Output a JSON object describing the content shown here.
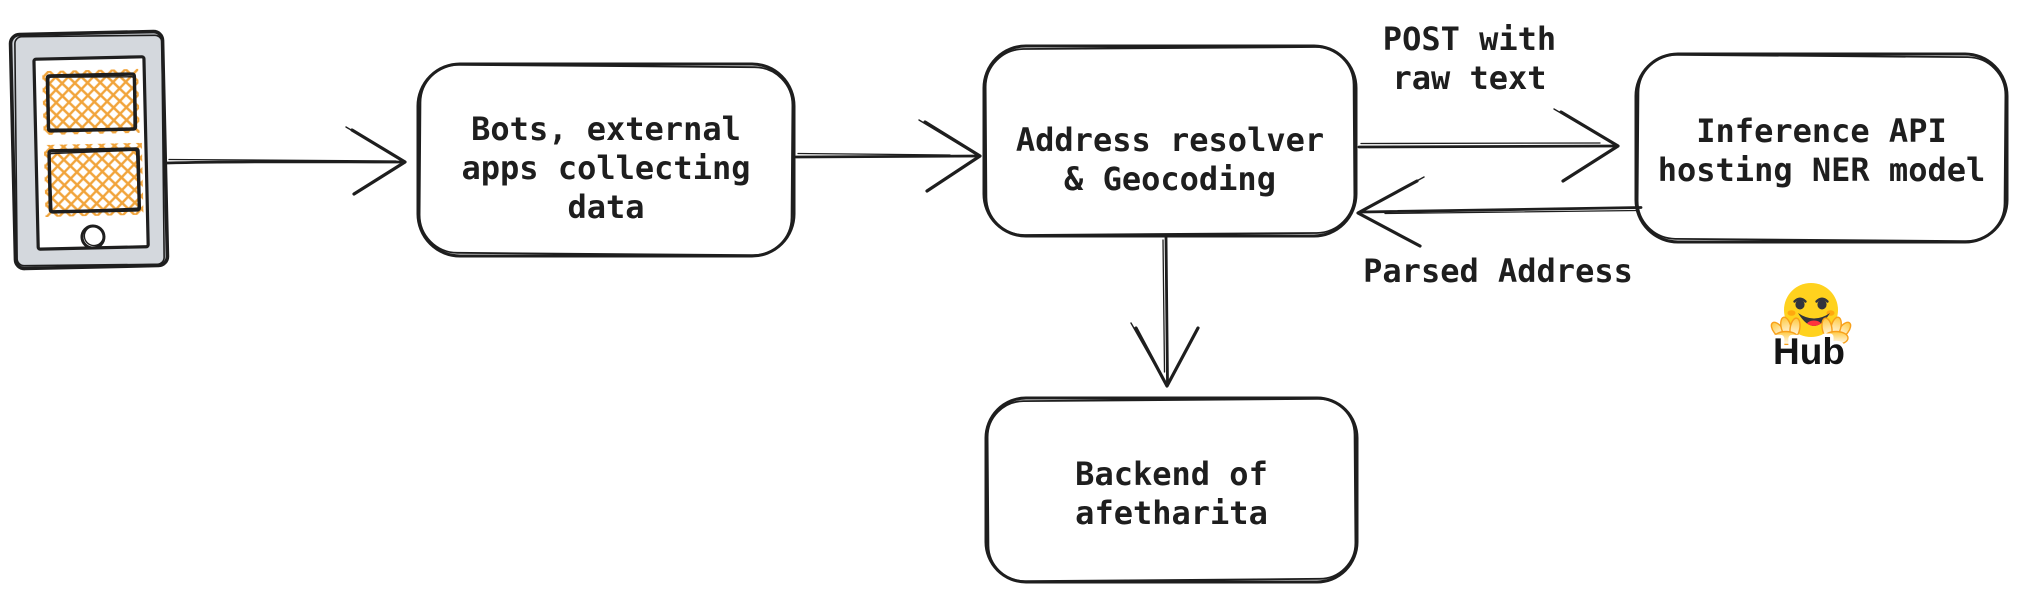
{
  "colors": {
    "background": "#ffffff",
    "stroke": "#1e1e1e",
    "hatch_orange": "#F1A43B",
    "phone_body": "#D4D8DD",
    "hf_yellow": "#FFD21E",
    "hf_orange": "#FF9D0B",
    "hf_eyes": "#32343D",
    "hf_tongue": "#FF323D"
  },
  "icons": {
    "phone": "mobile-phone-icon",
    "hugging_face": "hugging-face-emoji"
  },
  "nodes": {
    "bots": {
      "label": "Bots, external\napps collecting\ndata"
    },
    "resolver": {
      "label": "Address resolver\n& Geocoding"
    },
    "inference": {
      "label": "Inference API\nhosting NER model"
    },
    "backend": {
      "label": "Backend of\nafetharita"
    }
  },
  "edge_labels": {
    "post": "POST with\nraw text",
    "parsed": "Parsed Address"
  },
  "hub": {
    "label": "Hub"
  }
}
